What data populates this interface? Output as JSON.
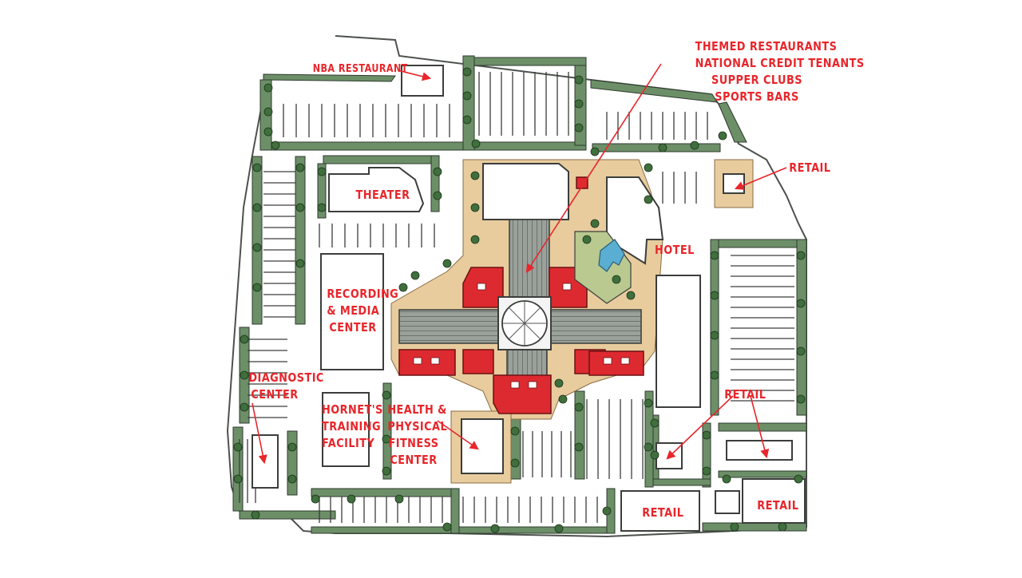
{
  "site_plan": {
    "labels": {
      "nba_restaurant": "NBA RESTAURANT",
      "themed": [
        "THEMED RESTAURANTS",
        "NATIONAL CREDIT TENANTS",
        "SUPPER CLUBS",
        "SPORTS BARS"
      ],
      "retail_ne": "RETAIL",
      "theater": "THEATER",
      "hotel": "HOTEL",
      "recording": [
        "RECORDING",
        "& MEDIA",
        "CENTER"
      ],
      "diagnostic": [
        "DIAGNOSTIC",
        "CENTER"
      ],
      "hornets": [
        "HORNET'S",
        "TRAINING",
        "FACILITY"
      ],
      "health": [
        "HEALTH &",
        "PHYSICAL",
        "FITNESS",
        "CENTER"
      ],
      "retail_se": "RETAIL",
      "retail_s1": "RETAIL",
      "retail_s2": "RETAIL"
    },
    "colors": {
      "annotation_red": "#e8262b",
      "landscape_green": "#5c8a5a",
      "plaza_tan": "#e6c79a",
      "roof_red": "#dd2a30",
      "pool_blue": "#5aaed2",
      "road_gray": "#c9ccc9"
    }
  }
}
